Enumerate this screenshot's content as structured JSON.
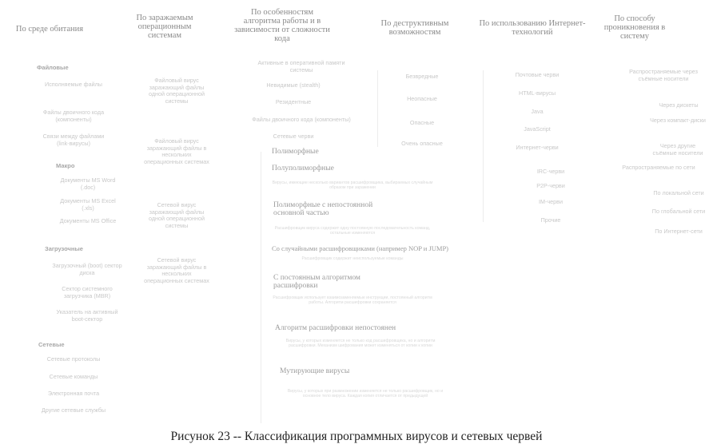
{
  "columns": {
    "habitat": "По среде обитания",
    "os": "По заражаемым операционным системам",
    "algo": "По особенностям алгоритма работы и в зависимости от сложности кода",
    "destructive": "По деструктивным возможностям",
    "internet": "По использованию Интернет-технологий",
    "spread": "По способу проникновения в систему"
  },
  "habitat": {
    "file_group": "Файловые",
    "file_items": [
      "Исполняемые файлы",
      "Файлы двоичного кода (компоненты)",
      "Связи между файлами (link-вирусы)"
    ],
    "macro_group": "Макро",
    "macro_items": [
      "Документы MS Word (.doc)",
      "Документы MS Excel (.xls)",
      "Документы MS Office"
    ],
    "boot_group": "Загрузочные",
    "boot_items": [
      "Загрузочный (boot) сектор диска",
      "Сектор системного загрузчика (MBR)",
      "Указатель на активный boot-сектор"
    ],
    "net_group": "Сетевые",
    "net_items": [
      "Сетевые протоколы",
      "Сетевые команды",
      "Электронная почта",
      "Другие сетевые службы"
    ]
  },
  "os_items": [
    "Файловый вирус заражающий файлы одной операционной системы",
    "Файловый вирус заражающий файлы в нескольких операционных системах",
    "Сетевой вирус заражающий файлы одной операционной системы",
    "Сетевой вирус заражающий файлы в нескольких операционных системах"
  ],
  "algo": {
    "items": [
      "Активные в оперативной памяти системы",
      "Невидимые (stealth)",
      "Резидентные",
      "Файлы двоичного кода (компоненты)",
      "Сетевые черви"
    ],
    "blocks": [
      {
        "title": "Полиморфные",
        "desc": ""
      },
      {
        "title": "Полуполиморфные",
        "desc": "Вирусы, имеющие несколько вариантов расшифровщика, выбираемых случайным образом при заражении"
      },
      {
        "title": "Полиморфные с непостоянной основной частью",
        "desc": "Расшифровщик вируса содержит одну постоянную последовательность команд, остальные изменяются"
      },
      {
        "title": "Со случайными расшифровщиками (например NOP и JUMP)",
        "desc": "Расшифровщик содержит неиспользуемые команды"
      },
      {
        "title": "С постоянным алгоритмом расшифровки",
        "desc": "Расшифровщик использует взаимозаменяемые инструкции, постоянный алгоритм работы. Алгоритм расшифровки сохраняется"
      },
      {
        "title": "Алгоритм расшифровки непостоянен",
        "desc": "Вирусы, у которых изменяется не только код расшифровщика, но и алгоритм расшифровки. Механизм шифрования может изменяться от копии к копии"
      },
      {
        "title": "Мутирующие вирусы",
        "desc": "Вирусы, у которых при размножении изменяется не только расшифровщик, но и основное тело вируса. Каждая копия отличается от предыдущей"
      }
    ]
  },
  "destructive": [
    "Безвредные",
    "Неопасные",
    "Опасные",
    "Очень опасные"
  ],
  "internet": [
    "Почтовые черви",
    "HTML-вирусы",
    "Java",
    "JavaScript",
    "Интернет-черви",
    "IRC-черви",
    "P2P-черви",
    "IM-черви",
    "Прочие"
  ],
  "spread": [
    "Распространяемые через съёмные носители",
    "Через дискеты",
    "Через компакт-диски",
    "Через другие съёмные носители",
    "Распространяемые по сети",
    "По локальной сети",
    "По глобальной сети",
    "По Интернет-сети"
  ],
  "caption": "Рисунок 23 -- Классификация программных вирусов и сетевых червей"
}
